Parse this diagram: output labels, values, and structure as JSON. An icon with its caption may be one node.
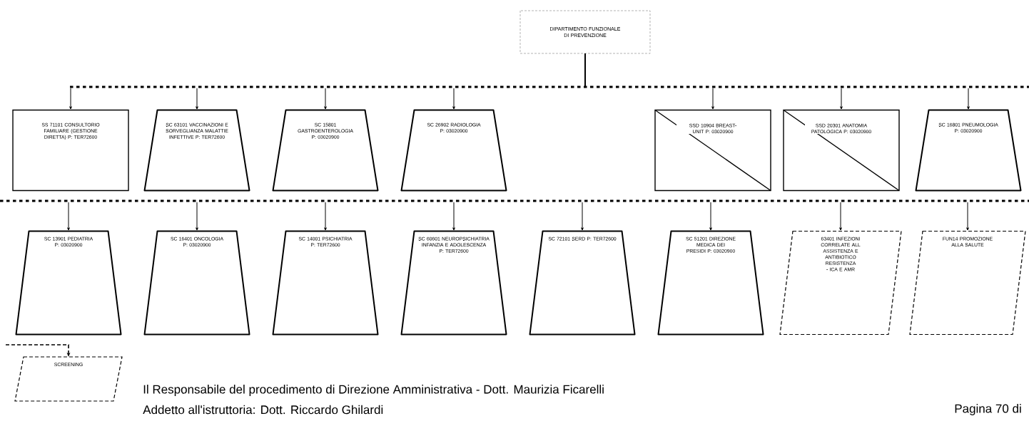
{
  "diagram": {
    "nodes": [
      {
        "text": [
          "DIPARTIMENTO FUNZIONALE DI PREVENZIONE"
        ]
      },
      {
        "text": [
          "SS 71101 CONSULTORIO FAMILIARE (GESTIONE DIRETTA) P: TER72600"
        ]
      },
      {
        "text": [
          "SC 63101 VACCINAZIONI E SORVEGLIANZA MALATTIE INFETTIVE P: TER72600"
        ]
      },
      {
        "text": [
          "SC 15801 GASTROENTEROLOGIA P: 03020900"
        ]
      },
      {
        "text": [
          "SC 26902 RADIOLOGIA P: 03020900"
        ]
      },
      {
        "text": [
          "SSD 10904 BREAST-UNIT P: 03020900"
        ]
      },
      {
        "text": [
          "SSD 20301 ANATOMIA PATOLOGICA P: 03020900"
        ]
      },
      {
        "text": [
          "SC 16801 PNEUMOLOGIA P: 03020900"
        ]
      },
      {
        "text": [
          "SC 13901 PEDIATRIA P: 03020900"
        ]
      },
      {
        "text": [
          "SC 16401 ONCOLOGIA P: 03020900"
        ]
      },
      {
        "text": [
          "SC 14001 PSICHIATRIA P: TER72600"
        ]
      },
      {
        "text": [
          "SC 60601 NEUROPSICHIATRIA INFANZIA E ADOLESCENZA P: TER72600"
        ]
      },
      {
        "text": [
          "SC 72101 SERD P: TER72600"
        ]
      },
      {
        "text": [
          "SC 51201 DIREZIONE MEDICA DEI PRESIDI P: 03020900"
        ]
      },
      {
        "text": [
          "63401 INFEZIONI CORRELATE ALL ASSISTENZA E ANTIBIOTICO RESISTENZA - ICA E AMR"
        ]
      },
      {
        "text": [
          "FUN14 PROMOZIONE ALLA SALUTE"
        ]
      },
      {
        "text": [
          "SCREENING"
        ]
      }
    ],
    "edges": [
      {
        "from": 0,
        "to": 1,
        "arrow": "to"
      },
      {
        "from": 0,
        "to": 2,
        "arrow": "to"
      },
      {
        "from": 0,
        "to": 3,
        "arrow": "to"
      },
      {
        "from": 0,
        "to": 4,
        "arrow": "to"
      },
      {
        "from": 0,
        "to": 5,
        "arrow": "to"
      },
      {
        "from": 0,
        "to": 6,
        "arrow": "to"
      },
      {
        "from": 0,
        "to": 7,
        "arrow": "to"
      },
      {
        "from": null,
        "to": 8,
        "arrow": "to"
      },
      {
        "from": null,
        "to": 9,
        "arrow": "to"
      },
      {
        "from": null,
        "to": 10,
        "arrow": "to"
      },
      {
        "from": null,
        "to": 11,
        "arrow": "to"
      },
      {
        "from": null,
        "to": 12,
        "arrow": "to"
      },
      {
        "from": null,
        "to": 13,
        "arrow": "to"
      },
      {
        "from": null,
        "to": 14,
        "arrow": "to"
      },
      {
        "from": null,
        "to": 15,
        "arrow": "to"
      },
      {
        "from": null,
        "to": 16,
        "arrow": "to"
      }
    ],
    "labels": [
      "Il Responsabile del procedimento di Direzione Amministrativa - Dott. Maurizia Ficarelli",
      "Addetto all'istruttoria: Dott. Riccardo Ghilardi",
      "Pagina 70 di"
    ]
  }
}
